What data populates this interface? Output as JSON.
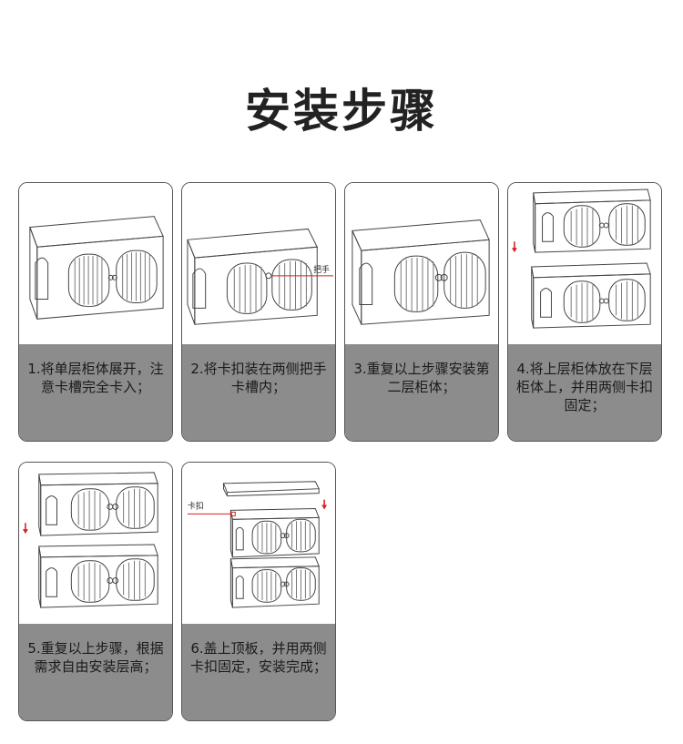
{
  "page": {
    "title": "安装步骤"
  },
  "steps": [
    {
      "caption": "1.将单层柜体展开，注意卡槽完全卡入；"
    },
    {
      "caption": "2.将卡扣装在两侧把手卡槽内；",
      "label": "把手"
    },
    {
      "caption": "3.重复以上步骤安装第二层柜体；"
    },
    {
      "caption": "4.将上层柜体放在下层柜体上，并用两侧卡扣固定；"
    },
    {
      "caption": "5.重复以上步骤，根据需求自由安装层高；"
    },
    {
      "caption": "6.盖上顶板，并用两侧卡扣固定，安装完成；",
      "label": "卡扣"
    }
  ],
  "colors": {
    "caption_bg": "#8c8c8c",
    "arrow": "#d22222"
  }
}
